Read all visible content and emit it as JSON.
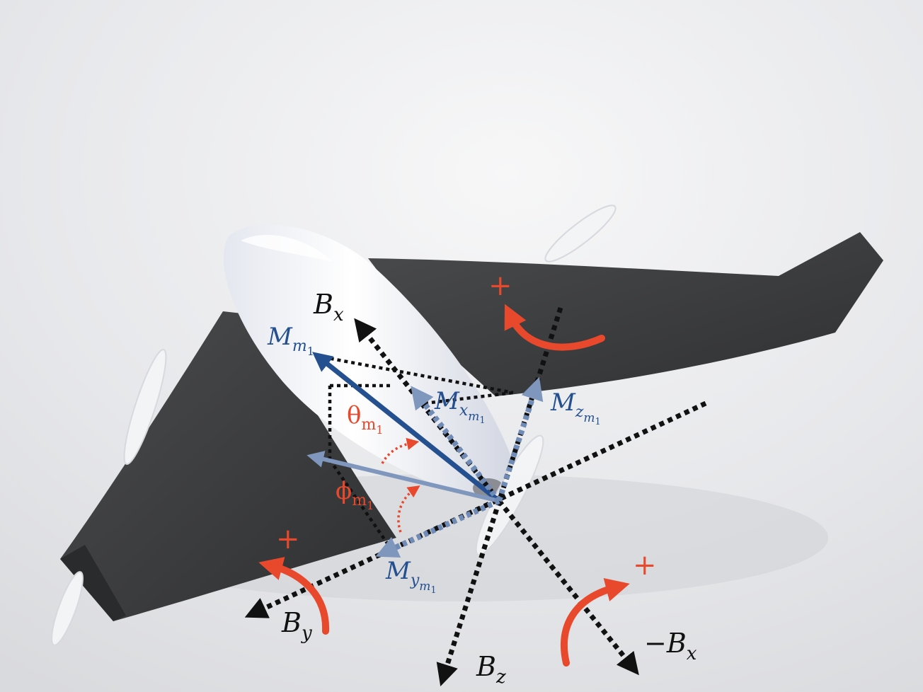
{
  "colors": {
    "axis": "#111111",
    "vector": "#24508f",
    "vector_light": "#7f97bd",
    "rotation": "#e8492c",
    "wing": "#3c3d3f",
    "fuselage": "#f4f5f8",
    "background": "#e9eaec"
  },
  "axes": {
    "bx": {
      "base": "B",
      "sub": "x"
    },
    "neg_bx": {
      "prefix": "−",
      "base": "B",
      "sub": "x"
    },
    "by": {
      "base": "B",
      "sub": "y"
    },
    "bz": {
      "base": "B",
      "sub": "z"
    }
  },
  "vectors": {
    "m": {
      "base": "M",
      "sub": "m",
      "subsub": "1"
    },
    "mx": {
      "base": "M",
      "sub": "x",
      "subsub": "m",
      "subsubsub": "1"
    },
    "my": {
      "base": "M",
      "sub": "y",
      "subsub": "m",
      "subsubsub": "1"
    },
    "mz": {
      "base": "M",
      "sub": "z",
      "subsub": "m",
      "subsubsub": "1"
    }
  },
  "angles": {
    "theta": {
      "base": "θ",
      "sub": "m",
      "subsub": "1"
    },
    "phi": {
      "base": "ϕ",
      "sub": "m",
      "subsub": "1"
    }
  },
  "rotation_signs": {
    "x": "+",
    "y": "+",
    "z": "+"
  }
}
